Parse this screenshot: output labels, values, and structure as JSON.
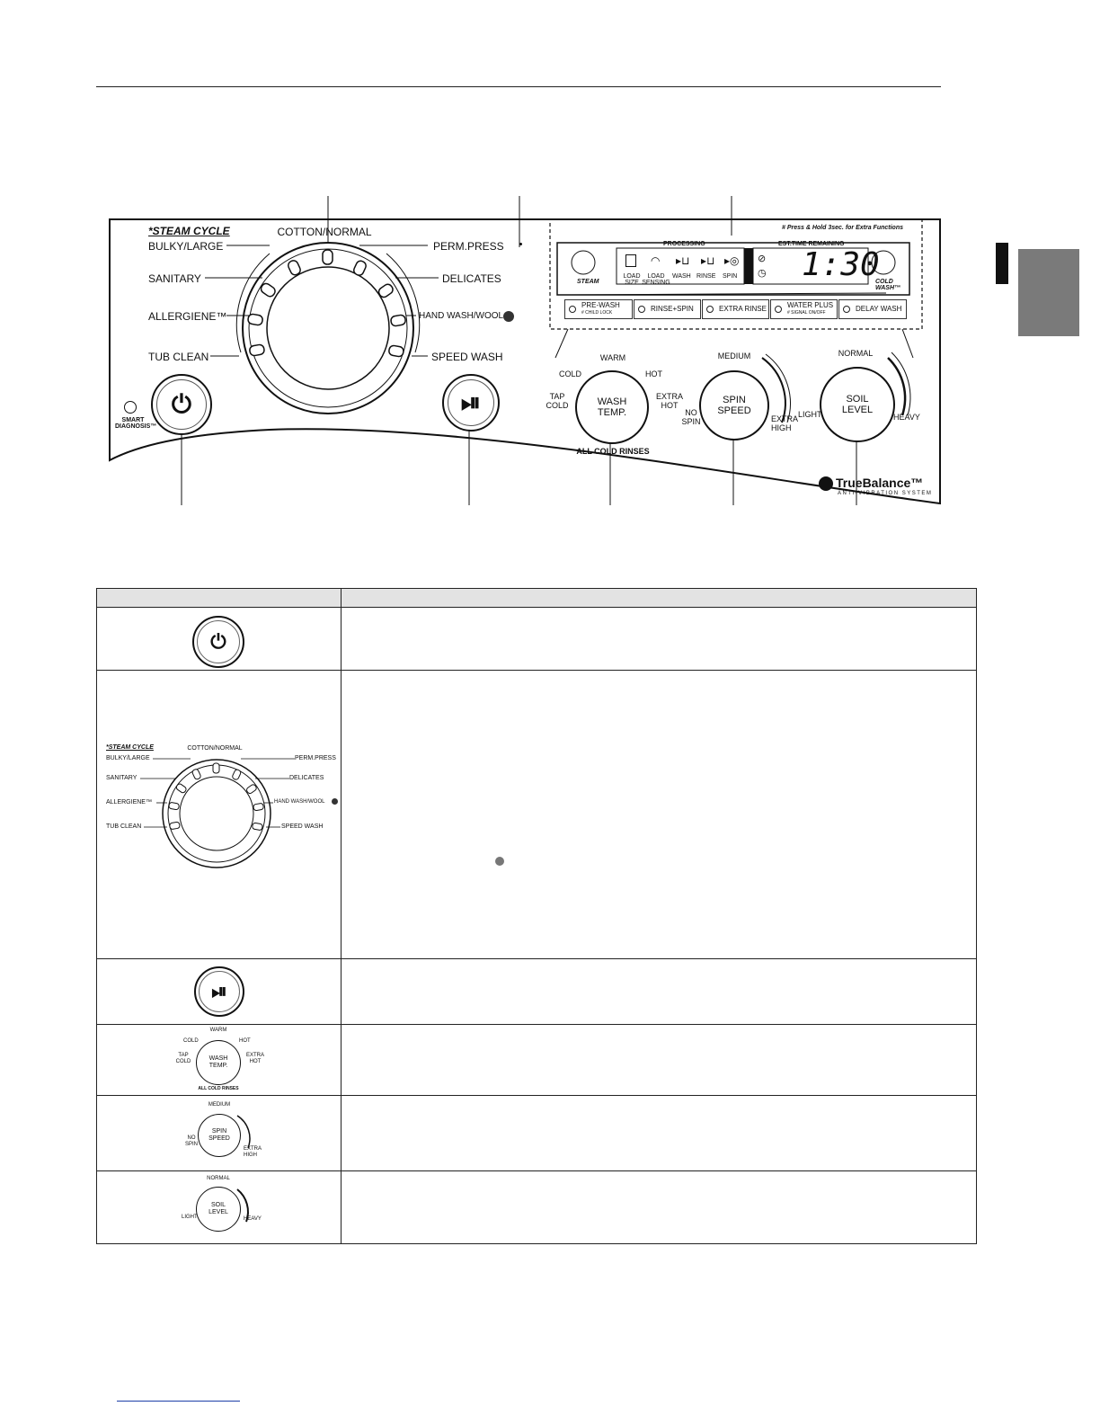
{
  "panel": {
    "steam_heading": "*STEAM CYCLE",
    "cycles_left": [
      "BULKY/LARGE",
      "SANITARY",
      "ALLERGIENE™",
      "TUB CLEAN"
    ],
    "cycle_top": "COTTON/NORMAL",
    "cycles_right": [
      "PERM.PRESS",
      "DELICATES",
      "HAND WASH/WOOL",
      "SPEED WASH"
    ],
    "smart_diagnosis": "SMART DIAGNOSIS™",
    "press_hold_note": "# Press & Hold 3sec. for Extra Functions",
    "display": {
      "processing": "PROCESSING",
      "est_time": "EST.TIME REMAINING",
      "stages": [
        "LOAD SIZE",
        "LOAD SENSING",
        "WASH",
        "RINSE",
        "SPIN"
      ],
      "time": "1:30",
      "steam": "STEAM",
      "cold_wash": "COLD WASH™"
    },
    "option_buttons": [
      {
        "label": "PRE-WASH",
        "sub": "# CHILD LOCK"
      },
      {
        "label": "RINSE+SPIN",
        "sub": ""
      },
      {
        "label": "EXTRA RINSE",
        "sub": ""
      },
      {
        "label": "WATER PLUS",
        "sub": "# SIGNAL ON/OFF"
      },
      {
        "label": "DELAY WASH",
        "sub": ""
      }
    ],
    "wash_temp": {
      "name": "WASH TEMP.",
      "levels": [
        "TAP COLD",
        "COLD",
        "WARM",
        "HOT",
        "EXTRA HOT"
      ],
      "note": "ALL COLD RINSES"
    },
    "spin_speed": {
      "name": "SPIN SPEED",
      "levels": [
        "NO SPIN",
        "MEDIUM",
        "EXTRA HIGH"
      ]
    },
    "soil_level": {
      "name": "SOIL LEVEL",
      "levels": [
        "LIGHT",
        "NORMAL",
        "HEAVY"
      ]
    },
    "brand": "TrueBalance™",
    "brand_sub": "ANTI-VIBRATION SYSTEM"
  },
  "table": {
    "headers": [
      "",
      ""
    ],
    "small_dial": {
      "steam_heading": "*STEAM CYCLE",
      "top": "COTTON/NORMAL",
      "left": [
        "BULKY/LARGE",
        "SANITARY",
        "ALLERGIENE™",
        "TUB CLEAN"
      ],
      "right": [
        "PERM.PRESS",
        "DELICATES",
        "HAND WASH/WOOL",
        "SPEED WASH"
      ]
    },
    "wash_temp": {
      "name": "WASH TEMP.",
      "levels": [
        "TAP COLD",
        "COLD",
        "WARM",
        "HOT",
        "EXTRA HOT"
      ],
      "note": "ALL COLD RINSES"
    },
    "spin_speed": {
      "name": "SPIN SPEED",
      "levels": [
        "NO SPIN",
        "MEDIUM",
        "EXTRA HIGH"
      ]
    },
    "soil_level": {
      "name": "SOIL LEVEL",
      "levels": [
        "LIGHT",
        "NORMAL",
        "HEAVY"
      ]
    }
  }
}
